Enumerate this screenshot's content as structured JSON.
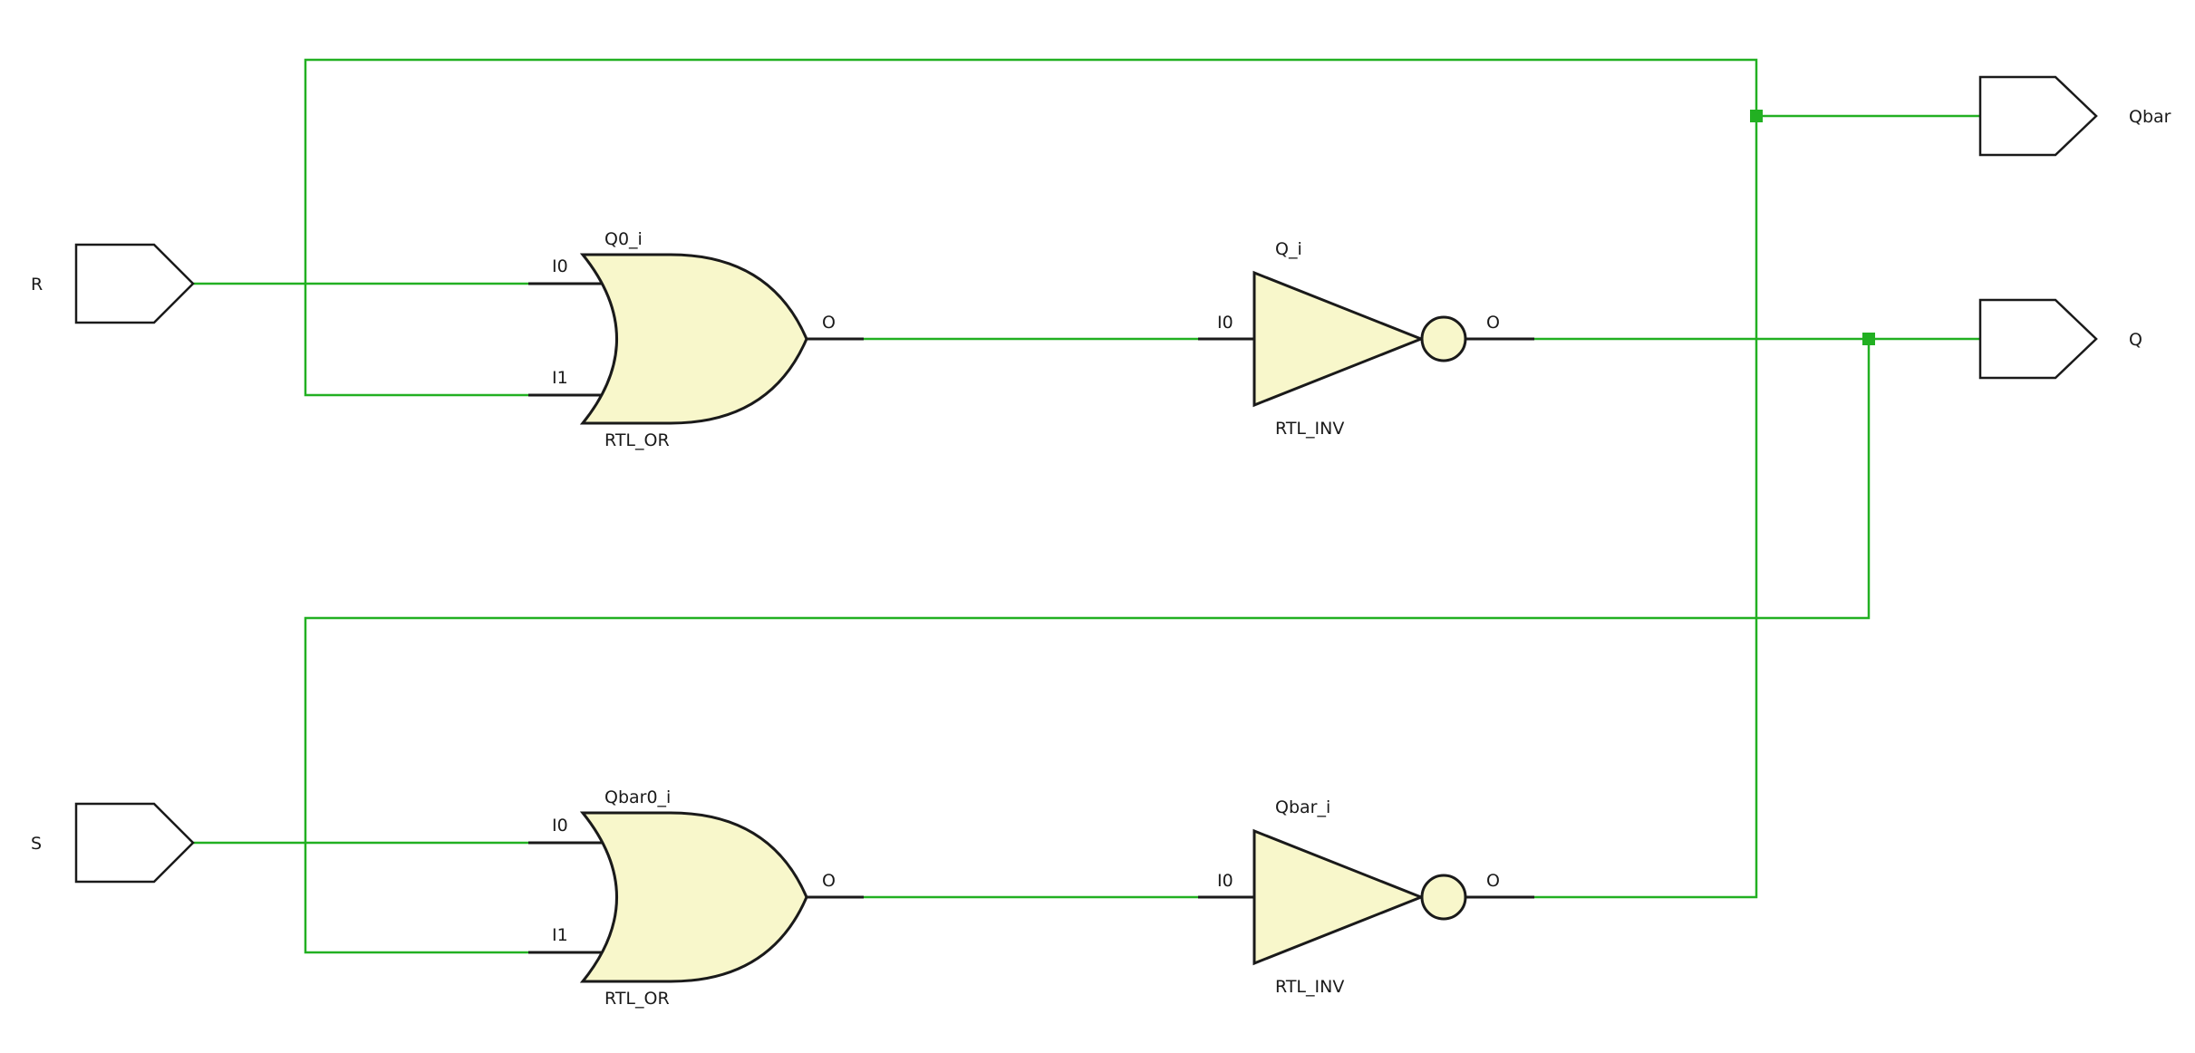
{
  "ports": {
    "r": "R",
    "s": "S",
    "qbar": "Qbar",
    "q": "Q"
  },
  "gates": {
    "or_top": {
      "instance": "Q0_i",
      "type": "RTL_OR",
      "in0": "I0",
      "in1": "I1",
      "out": "O"
    },
    "inv_top": {
      "instance": "Q_i",
      "type": "RTL_INV",
      "in0": "I0",
      "out": "O"
    },
    "or_bottom": {
      "instance": "Qbar0_i",
      "type": "RTL_OR",
      "in0": "I0",
      "in1": "I1",
      "out": "O"
    },
    "inv_bottom": {
      "instance": "Qbar_i",
      "type": "RTL_INV",
      "in0": "I0",
      "out": "O"
    }
  },
  "colors": {
    "net": "#22b022",
    "gate_fill": "#f8f7cb",
    "outline": "#1a1a1a"
  }
}
